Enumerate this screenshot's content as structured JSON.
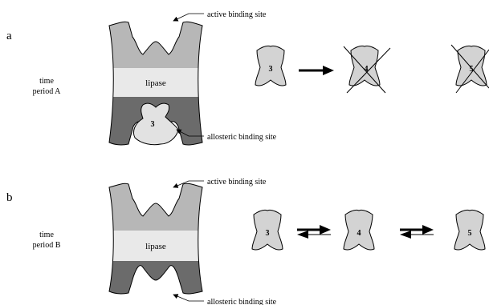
{
  "panels": [
    {
      "letter": "a",
      "time_line1": "time",
      "time_line2": "period A",
      "enzyme": "lipase",
      "active_site_label": "active binding site",
      "allosteric_site_label": "allosteric binding site",
      "bound_molecule": "3",
      "molecules": [
        "3",
        "4",
        "5"
      ]
    },
    {
      "letter": "b",
      "time_line1": "time",
      "time_line2": "period B",
      "enzyme": "lipase",
      "active_site_label": "active binding site",
      "allosteric_site_label": "allosteric binding site",
      "molecules": [
        "3",
        "4",
        "5"
      ]
    }
  ],
  "colors": {
    "upper_band": "#b7b7b7",
    "middle_band": "#e9e9e9",
    "lower_band": "#6b6b6b",
    "molecule_fill": "#d3d3d3",
    "outline": "#000000"
  }
}
